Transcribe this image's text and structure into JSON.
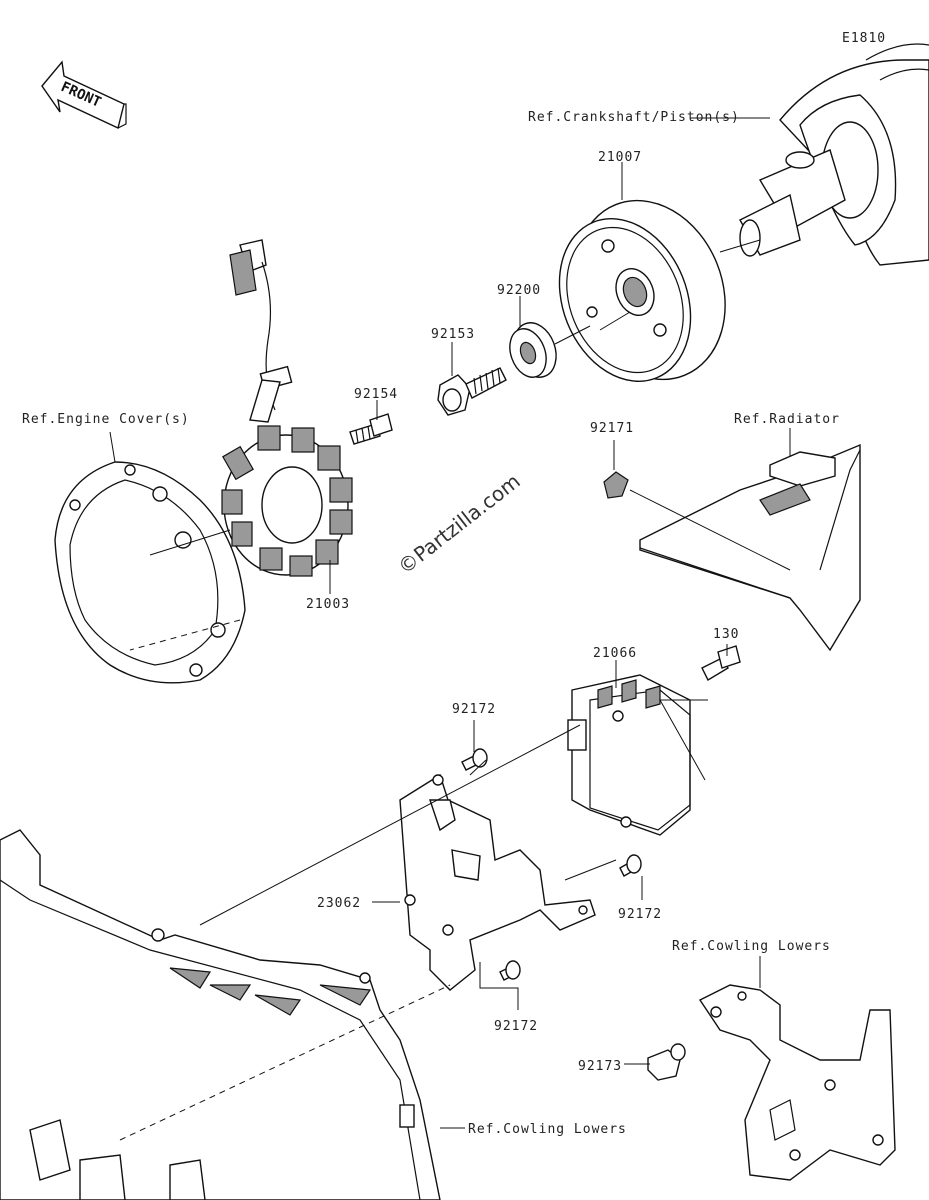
{
  "diagram_id": "E1810",
  "front_arrow_text": "FRONT",
  "watermark": "©Partzilla.com",
  "labels": {
    "ref_crankshaft": "Ref.Crankshaft/Piston(s)",
    "p21007": "21007",
    "p92200": "92200",
    "p92153": "92153",
    "p92154": "92154",
    "ref_engine_cover": "Ref.Engine Cover(s)",
    "p21003": "21003",
    "p92171": "92171",
    "ref_radiator": "Ref.Radiator",
    "p130": "130",
    "p21066": "21066",
    "p92172_a": "92172",
    "p92172_b": "92172",
    "p92172_c": "92172",
    "p23062": "23062",
    "ref_cowling_lowers_a": "Ref.Cowling Lowers",
    "ref_cowling_lowers_b": "Ref.Cowling Lowers",
    "p92173": "92173"
  }
}
